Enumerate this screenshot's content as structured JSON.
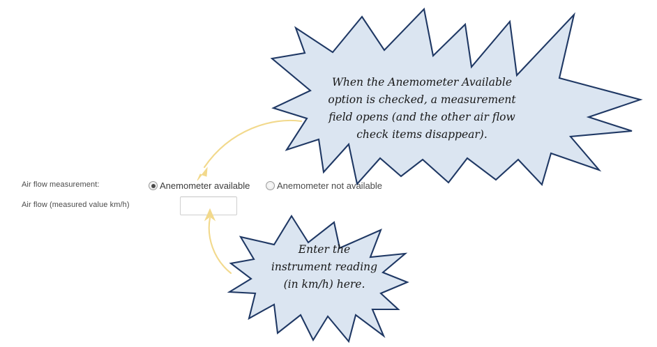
{
  "form": {
    "label_measurement": "Air flow measurement:",
    "label_value": "Air flow (measured value km/h)",
    "options": [
      {
        "label": "Anemometer available",
        "checked": true
      },
      {
        "label": "Anemometer not available",
        "checked": false
      }
    ],
    "input": {
      "value": "",
      "placeholder": ""
    }
  },
  "annotations": {
    "top_callout": {
      "line1": "When the Anemometer Available",
      "line2": "option is checked, a measurement",
      "line3": "field opens (and the other air flow",
      "line4": "check items disappear).",
      "text": "When the Anemometer Available option is checked, a measurement field opens (and the other air flow check items disappear)."
    },
    "bottom_callout": {
      "line1": "Enter the",
      "line2": "instrument reading",
      "line3": "(in km/h) here.",
      "text": "Enter the instrument reading (in km/h) here."
    }
  },
  "colors": {
    "callout_fill": "#dbe5f1",
    "callout_stroke": "#1f3864",
    "arrow": "#f2d98c",
    "label_text": "#4a4a4a",
    "option_text": "#3b3b3b",
    "input_border": "#cfcfcf",
    "background": "#ffffff"
  }
}
